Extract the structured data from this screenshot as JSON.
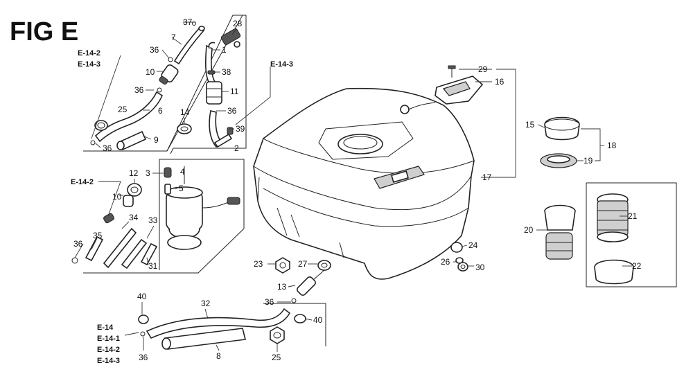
{
  "figure": {
    "title": "FIG E"
  },
  "references": {
    "e14_2_top": "E-14-2",
    "e14_3_top": "E-14-3",
    "e14_3_tank": "E-14-3",
    "e14_2_pump": "E-14-2",
    "e14": "E-14",
    "e14_1": "E-14-1",
    "e14_2_bottom": "E-14-2",
    "e14_3_bottom": "E-14-3"
  },
  "callouts": {
    "p1": "1",
    "p2": "2",
    "p3": "3",
    "p4": "4",
    "p5": "5",
    "p6": "6",
    "p7": "7",
    "p8": "8",
    "p9": "9",
    "p10a": "10",
    "p10b": "10",
    "p11": "11",
    "p12": "12",
    "p13": "13",
    "p14": "14",
    "p15": "15",
    "p16": "16",
    "p17": "17",
    "p18": "18",
    "p19": "19",
    "p20": "20",
    "p21": "21",
    "p22": "22",
    "p23": "23",
    "p24": "24",
    "p25a": "25",
    "p25b": "25",
    "p26": "26",
    "p27": "27",
    "p28": "28",
    "p29": "29",
    "p30": "30",
    "p31": "31",
    "p32": "32",
    "p33": "33",
    "p34": "34",
    "p35": "35",
    "p36a": "36",
    "p36b": "36",
    "p36c": "36",
    "p36d": "36",
    "p36e": "36",
    "p36f": "36",
    "p36g": "36",
    "p37": "37",
    "p38": "38",
    "p39": "39",
    "p40a": "40",
    "p40b": "40"
  }
}
